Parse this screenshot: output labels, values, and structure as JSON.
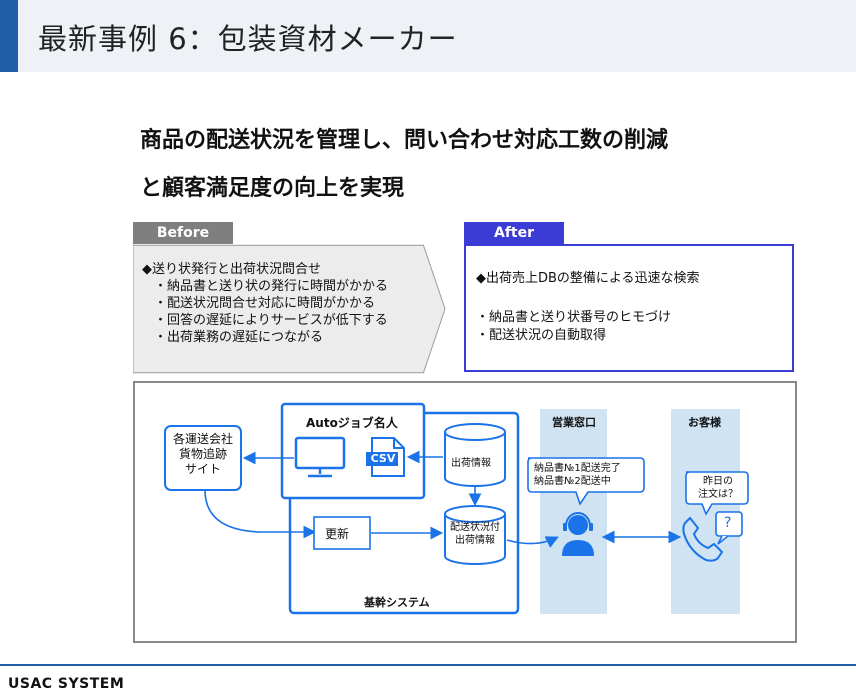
{
  "header": {
    "title": "最新事例 6：包装資材メーカー"
  },
  "headline": {
    "line1": "商品の配送状況を管理し、問い合わせ対応工数の削減",
    "line2": "と顧客満足度の向上を実現"
  },
  "before": {
    "tab": "Before",
    "items": [
      "◆送り状発行と出荷状況問合せ",
      "・納品書と送り状の発行に時間がかかる",
      "・配送状況問合せ対応に時間がかかる",
      "・回答の遅延によりサービスが低下する",
      "・出荷業務の遅延につながる"
    ]
  },
  "after": {
    "tab": "After",
    "heading": "◆出荷売上DBの整備による迅速な検索",
    "items": [
      "・納品書と送り状番号のヒモづけ",
      "・配送状況の自動取得"
    ]
  },
  "diagram": {
    "carrier_site": [
      "各運送会社",
      "貨物追跡",
      "サイト"
    ],
    "auto_job": "Autoジョブ名人",
    "csv": "CSV",
    "db_top": "出荷情報",
    "update": "更新",
    "db_bottom": [
      "配送状況付",
      "出荷情報"
    ],
    "core_system": "基幹システム",
    "sales_window": "営業窓口",
    "sales_bubble": [
      "納品書№1配送完了",
      "納品書№2配送中"
    ],
    "customer": "お客様",
    "customer_bubble": [
      "昨日の",
      "注文は？"
    ]
  },
  "footer": {
    "logo": "USAC SYSTEM"
  },
  "colors": {
    "accent": "#1f5fa8",
    "after_border": "#3b3bd6",
    "before_tab": "#7f7f7f",
    "flow_blue": "#1a73e8",
    "column_bg": "#cfe3f3"
  }
}
